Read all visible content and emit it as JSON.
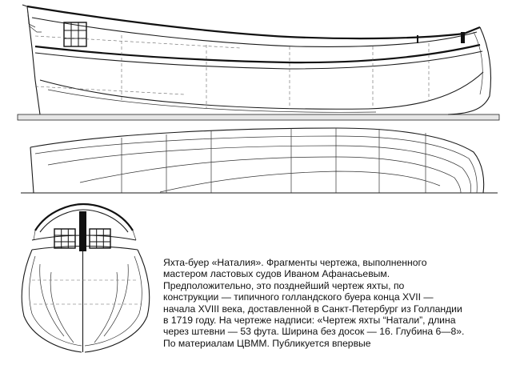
{
  "caption": {
    "lines": [
      "Яхта-буер «Наталия». Фрагменты чертежа, выполненного",
      "мастером ластовых судов Иваном Афанасьевым.",
      "Предположительно, это позднейший чертеж яхты, по",
      "конструкции — типичного голландского буера конца XVII —",
      "начала XVIII века, доставленной в Санкт-Петербург из Голландии",
      "в 1719 году. На чертеже надписи: «Чертеж яхты “Натали”, длина",
      "через штевни — 53 фута. Ширина без досок — 16. Глубина 6—8».",
      "По материалам ЦВММ. Публикуется впервые"
    ]
  }
}
